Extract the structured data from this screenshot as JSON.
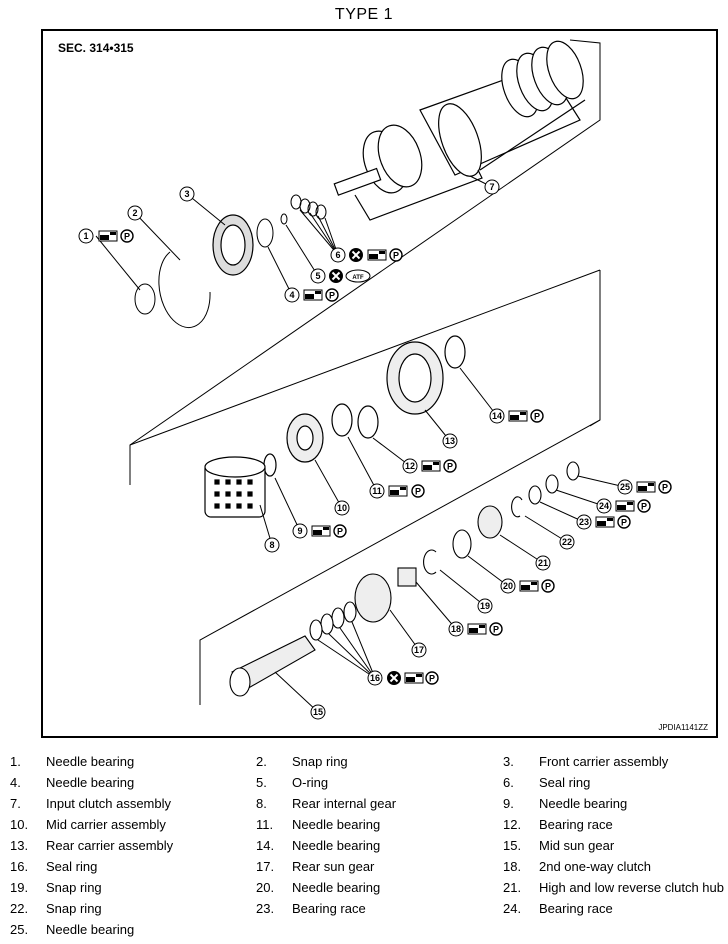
{
  "title": "TYPE 1",
  "section": "SEC. 314•315",
  "image_code": "JPDIA1141ZZ",
  "atf_label": "ATF",
  "symbols": {
    "grease": "P",
    "replace": "X"
  },
  "callouts": [
    "1",
    "2",
    "3",
    "4",
    "5",
    "6",
    "7",
    "8",
    "9",
    "10",
    "11",
    "12",
    "13",
    "14",
    "15",
    "16",
    "17",
    "18",
    "19",
    "20",
    "21",
    "22",
    "23",
    "24",
    "25"
  ],
  "parts": [
    {
      "num": "1.",
      "name": "Needle bearing"
    },
    {
      "num": "2.",
      "name": "Snap ring"
    },
    {
      "num": "3.",
      "name": "Front carrier assembly"
    },
    {
      "num": "4.",
      "name": "Needle bearing"
    },
    {
      "num": "5.",
      "name": "O-ring"
    },
    {
      "num": "6.",
      "name": "Seal ring"
    },
    {
      "num": "7.",
      "name": "Input clutch assembly"
    },
    {
      "num": "8.",
      "name": "Rear internal gear"
    },
    {
      "num": "9.",
      "name": "Needle bearing"
    },
    {
      "num": "10.",
      "name": "Mid carrier assembly"
    },
    {
      "num": "11.",
      "name": "Needle bearing"
    },
    {
      "num": "12.",
      "name": "Bearing race"
    },
    {
      "num": "13.",
      "name": "Rear carrier assembly"
    },
    {
      "num": "14.",
      "name": "Needle bearing"
    },
    {
      "num": "15.",
      "name": "Mid sun gear"
    },
    {
      "num": "16.",
      "name": "Seal ring"
    },
    {
      "num": "17.",
      "name": "Rear sun gear"
    },
    {
      "num": "18.",
      "name": "2nd one-way clutch"
    },
    {
      "num": "19.",
      "name": "Snap ring"
    },
    {
      "num": "20.",
      "name": "Needle bearing"
    },
    {
      "num": "21.",
      "name": "High and low reverse clutch hub"
    },
    {
      "num": "22.",
      "name": "Snap ring"
    },
    {
      "num": "23.",
      "name": "Bearing race"
    },
    {
      "num": "24.",
      "name": "Bearing race"
    },
    {
      "num": "25.",
      "name": "Needle bearing"
    }
  ]
}
